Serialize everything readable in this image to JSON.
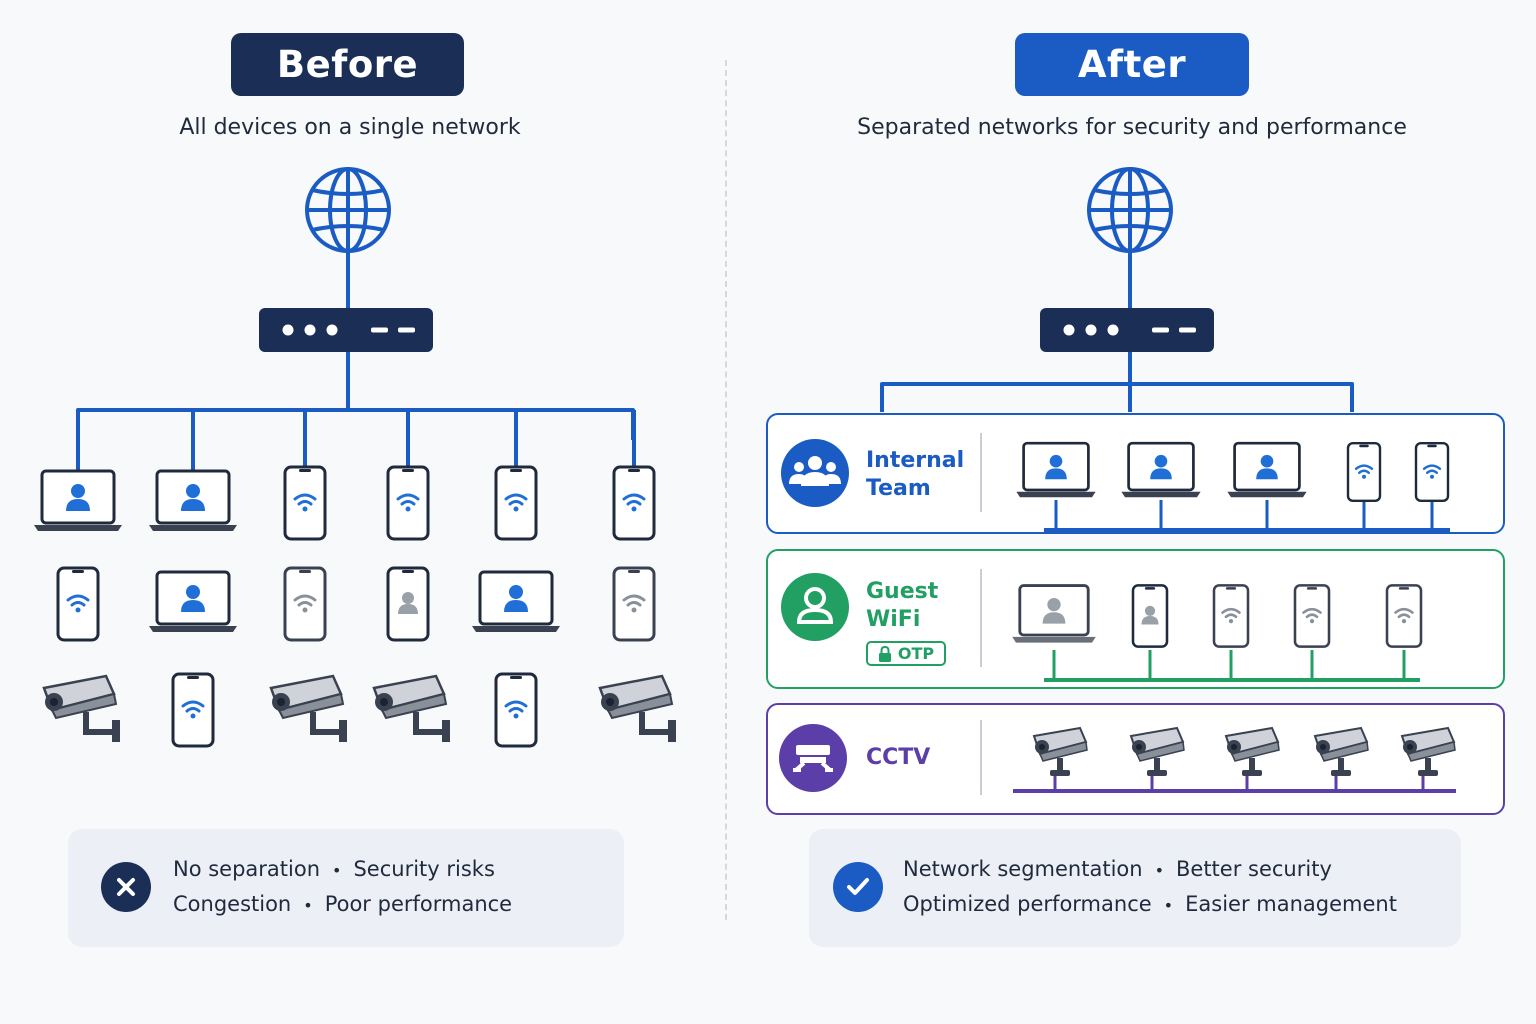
{
  "before": {
    "title": "Before",
    "subtitle": "All devices on a single network",
    "summary": {
      "status_icon": "x-circle-icon",
      "line1": [
        "No separation",
        "Security risks"
      ],
      "line2": [
        "Congestion",
        "Poor performance"
      ]
    },
    "devices": [
      [
        "laptop-user",
        "laptop-user",
        "phone-wifi",
        "phone-wifi",
        "phone-wifi",
        "phone-wifi"
      ],
      [
        "phone-wifi",
        "laptop-user",
        "phone-wifi",
        "phone-user",
        "laptop-user",
        "phone-wifi"
      ],
      [
        "camera",
        "phone-wifi",
        "camera",
        "camera",
        "phone-wifi",
        "camera"
      ]
    ]
  },
  "after": {
    "title": "After",
    "subtitle": "Separated networks for security and performance",
    "summary": {
      "status_icon": "check-circle-icon",
      "line1": [
        "Network segmentation",
        "Better security"
      ],
      "line2": [
        "Optimized performance",
        "Easier management"
      ]
    },
    "segments": [
      {
        "label_line1": "Internal",
        "label_line2": "Team",
        "icon": "users-icon",
        "color": "#1a5bc4",
        "devices": [
          "laptop-user",
          "laptop-user",
          "laptop-user",
          "phone-wifi",
          "phone-wifi"
        ]
      },
      {
        "label_line1": "Guest",
        "label_line2": "WiFi",
        "icon": "user-icon",
        "color": "#22a063",
        "badge": "OTP",
        "devices": [
          "laptop-user",
          "phone-user",
          "phone-wifi",
          "phone-wifi",
          "phone-wifi"
        ]
      },
      {
        "label_line1": "CCTV",
        "label_line2": "",
        "icon": "cctv-icon",
        "color": "#5b3ea8",
        "devices": [
          "camera",
          "camera",
          "camera",
          "camera",
          "camera"
        ]
      }
    ]
  },
  "colors": {
    "navy": "#1b2f56",
    "blue": "#1a5bc4",
    "green": "#22a063",
    "purple": "#5b3ea8",
    "device_blue": "#1f6fd6",
    "device_gray": "#9aa0a8"
  }
}
